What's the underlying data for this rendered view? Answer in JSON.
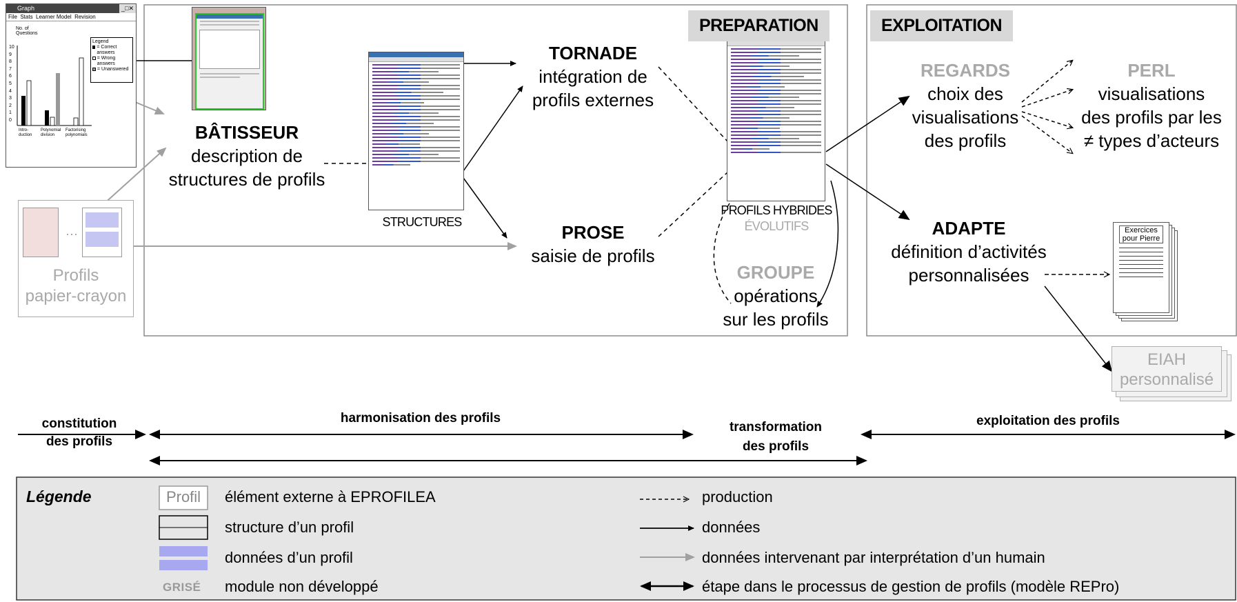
{
  "graph_window": {
    "title": "Graph",
    "menu": [
      "File",
      "Stats",
      "Learner Model",
      "Revision"
    ],
    "ylabel": "No. of Questions",
    "yticks": [
      "10",
      "9",
      "8",
      "7",
      "6",
      "5",
      "4",
      "3",
      "2",
      "1",
      "0"
    ],
    "categories": [
      "Intro-duction",
      "Polynomial division",
      "Factorising polynomials"
    ],
    "legend_title": "Legend",
    "legend_items": [
      "= Correct answers",
      "= Wrong answers",
      "= Unanswered"
    ]
  },
  "sections": {
    "preparation": "PREPARATION",
    "exploitation": "EXPLOITATION"
  },
  "modules": {
    "batisseur": {
      "name": "BÂTISSEUR",
      "desc1": "description de",
      "desc2": "structures de profils"
    },
    "structures_caption": "STRUCTURES",
    "tornade": {
      "name": "TORNADE",
      "desc1": "intégration de",
      "desc2": "profils externes"
    },
    "prose": {
      "name": "PROSE",
      "desc1": "saisie de profils"
    },
    "profils_hybrides": {
      "line1": "PROFILS HYBRIDES",
      "line2": "ÉVOLUTIFS"
    },
    "groupe": {
      "name": "GROUPE",
      "desc1": "opérations",
      "desc2": "sur les profils"
    },
    "regards": {
      "name": "REGARDS",
      "desc1": "choix des",
      "desc2": "visualisations",
      "desc3": "des profils"
    },
    "perl": {
      "name": "PERL",
      "desc1": "visualisations",
      "desc2": "des profils par les",
      "desc3": "≠ types d’acteurs"
    },
    "adapte": {
      "name": "ADAPTE",
      "desc1": "définition d’activités",
      "desc2": "personnalisées"
    },
    "exercices": {
      "line1": "Exercices",
      "line2": "pour Pierre"
    },
    "eiah": {
      "line1": "EIAH",
      "line2": "personnalisé"
    },
    "papier": {
      "line1": "Profils",
      "line2": "papier-crayon"
    }
  },
  "timeline": {
    "constitution1": "constitution",
    "constitution2": "des profils",
    "harmonisation": "harmonisation des profils",
    "transformation1": "transformation",
    "transformation2": "des profils",
    "exploitation": "exploitation des profils"
  },
  "legend": {
    "title": "Légende",
    "profil_box": "Profil",
    "items_left": [
      "élément externe à EPROFILEA",
      "structure d’un profil",
      "données d’un profil",
      "module non développé"
    ],
    "grise": "GRISÉ",
    "items_right": [
      "production",
      "données",
      "données intervenant par interprétation d’un humain",
      "étape dans le processus de gestion de profils (modèle REPro)"
    ]
  },
  "colors": {
    "grey_text": "#a9a9a9",
    "legend_bg": "#e6e6e6",
    "profile_blue": "#a8a8f0",
    "profile_pink": "#f3dede",
    "screenshot_green": "#2fc52f"
  }
}
